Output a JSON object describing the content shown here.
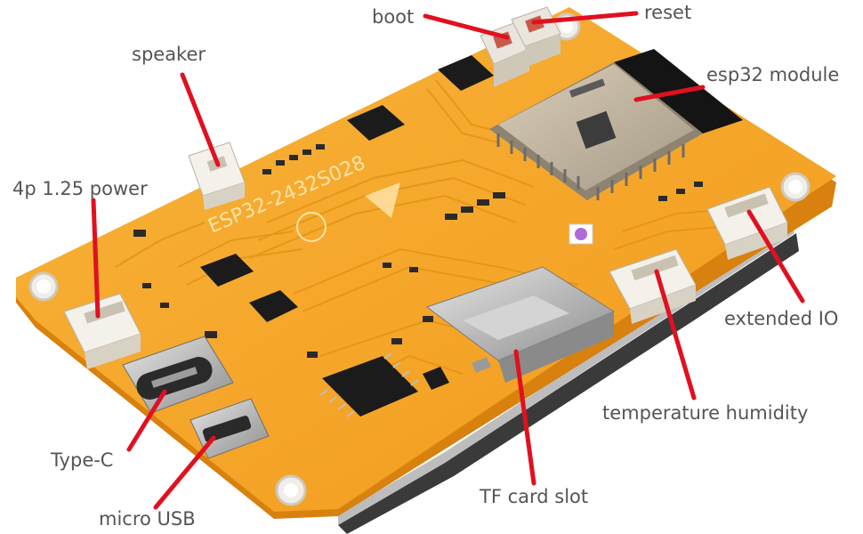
{
  "labels": {
    "boot": "boot",
    "reset": "reset",
    "speaker": "speaker",
    "esp32_module": "esp32 module",
    "power_4p": "4p 1.25 power",
    "extended_io": "extended IO",
    "temperature_humidity": "temperature humidity",
    "type_c": "Type-C",
    "tf_card_slot": "TF card slot",
    "micro_usb": "micro USB"
  },
  "board_silkscreen": "ESP32-2432S028",
  "colors": {
    "pcb": "#f5a623",
    "pcb_edge": "#e08a10",
    "trace": "#e39a18",
    "callout_line": "#e01020",
    "label_text": "#555555",
    "chip": "#1a1a1a",
    "metal": "#c8c8c8",
    "connector": "#f2efe8"
  }
}
